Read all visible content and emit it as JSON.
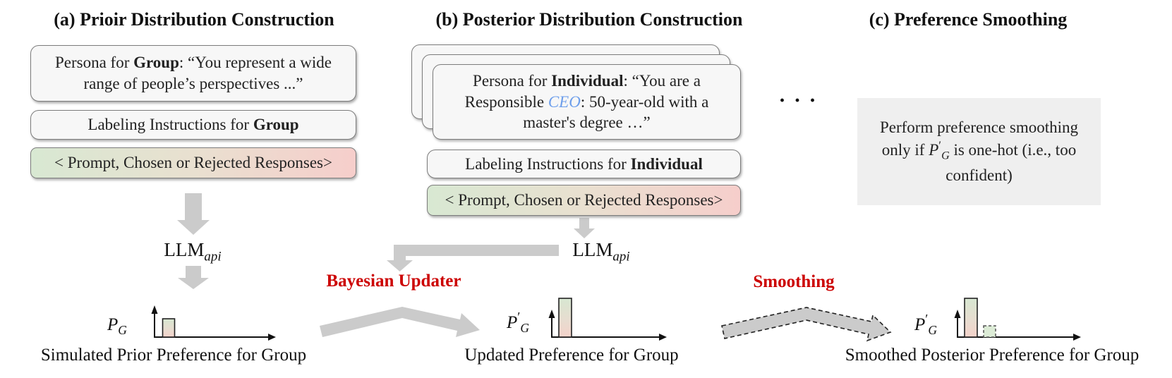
{
  "colors": {
    "accent_red": "#cc0000",
    "persona_blue": "#6d9eeb",
    "arrow_gray": "#cbcbcb",
    "box_gray": "#f7f7f7",
    "note_gray": "#efefef",
    "gradient_green": "#d8e8d2",
    "gradient_red": "#f6cecb"
  },
  "titles": {
    "a": "(a) Prioir Distribution Construction",
    "b": "(b) Posterior Distribution Construction",
    "c": "(c) Preference Smoothing"
  },
  "panel_a": {
    "persona": {
      "seg1": "Persona for ",
      "seg2": "Group",
      "seg3": ": “You represent a wide range of people’s perspectives ...”"
    },
    "instructions": {
      "seg1": "Labeling Instructions for ",
      "seg2": "Group"
    },
    "prompt": "< Prompt, Chosen or Rejected Responses>",
    "llm": {
      "base": "LLM",
      "sub": "api"
    },
    "dist_label": {
      "base": "P",
      "sub": "G"
    },
    "caption": "Simulated Prior Preference for Group"
  },
  "panel_b": {
    "persona": {
      "seg1": "Persona for ",
      "seg2": "Individual",
      "seg3": ": “You are a Responsible ",
      "seg4": "CEO",
      "seg5": ": 50-year-old with a master's degree …”"
    },
    "ellipsis": "· · ·",
    "instructions": {
      "seg1": "Labeling Instructions for ",
      "seg2": "Individual"
    },
    "prompt": "< Prompt, Chosen or Rejected Responses>",
    "llm": {
      "base": "LLM",
      "sub": "api"
    },
    "bayesian_label": "Bayesian Updater",
    "dist_label": {
      "base": "P",
      "prime": "′",
      "sub": "G"
    },
    "caption": "Updated Preference for Group"
  },
  "panel_c": {
    "note": {
      "seg1": "Perform preference smoothing only if ",
      "p": "P",
      "prime": "′",
      "sub": "G",
      "seg2": " is one-hot (i.e., too confident)"
    },
    "smoothing_label": "Smoothing",
    "dist_label": {
      "base": "P",
      "prime": "′",
      "sub": "G"
    },
    "caption": "Smoothed Posterior Preference for Group"
  },
  "chart_data": [
    {
      "type": "bar",
      "name": "simulated-prior-distribution",
      "ylabel": "P_G",
      "bars": [
        {
          "index": 1,
          "rel_height": 0.45,
          "style": "solid-gradient"
        }
      ]
    },
    {
      "type": "bar",
      "name": "updated-distribution",
      "ylabel": "P'_G",
      "bars": [
        {
          "index": 1,
          "rel_height": 1.0,
          "style": "solid-gradient"
        }
      ]
    },
    {
      "type": "bar",
      "name": "smoothed-posterior-distribution",
      "ylabel": "P'_G",
      "bars": [
        {
          "index": 1,
          "rel_height": 1.0,
          "style": "solid-gradient"
        },
        {
          "index": 2,
          "rel_height": 0.28,
          "style": "dashed"
        }
      ]
    }
  ]
}
